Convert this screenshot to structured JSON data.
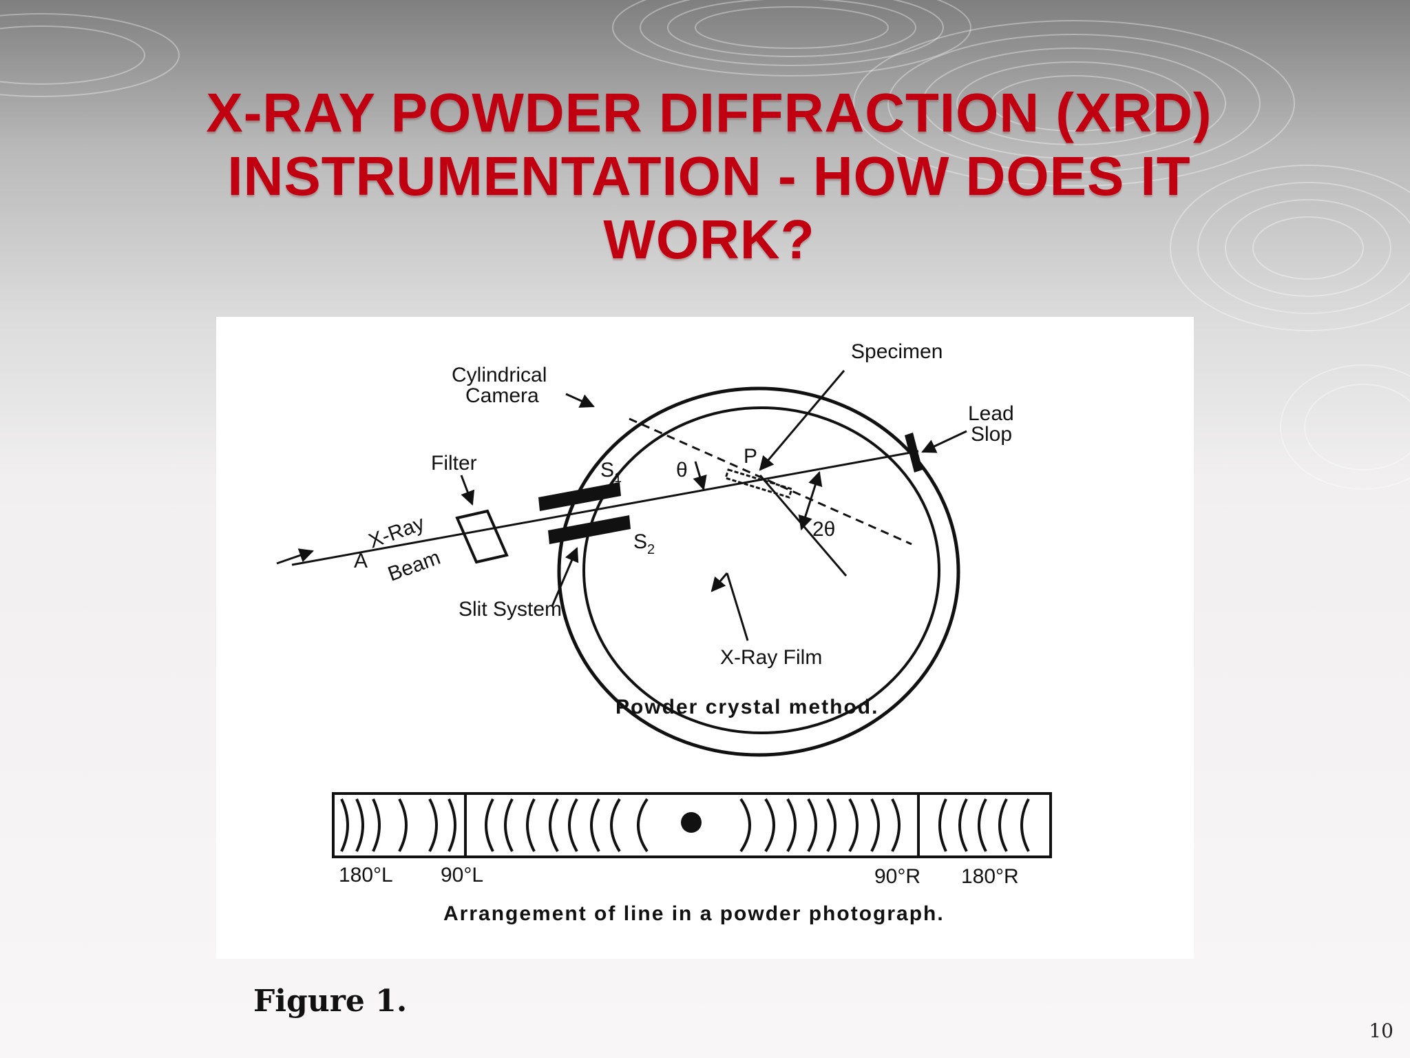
{
  "slide": {
    "title_lines": [
      "X-RAY POWDER DIFFRACTION (XRD)",
      "INSTRUMENTATION - HOW DOES IT",
      "WORK?"
    ],
    "caption": "Figure  1.",
    "page_number": "10",
    "title_color": "#c00010"
  },
  "diagram": {
    "labels": {
      "specimen": "Specimen",
      "cyl_line1": "Cylindrical",
      "cyl_line2": "Camera",
      "lead_line1": "Lead",
      "lead_line2": "Slop",
      "filter": "Filter",
      "s1": "S",
      "s1_sub": "1",
      "s2": "S",
      "s2_sub": "2",
      "theta": "θ",
      "p": "P",
      "two_theta": "2θ",
      "xray": "X-Ray",
      "beam": "Beam",
      "a": "A",
      "slit_system": "Slit System",
      "xray_film": "X-Ray Film",
      "method_caption": "Powder  crystal  method."
    },
    "strip": {
      "l180": "180°L",
      "l90": "90°L",
      "r90": "90°R",
      "r180": "180°R",
      "caption": "Arrangement  of  line  in  a  powder  photograph."
    }
  }
}
